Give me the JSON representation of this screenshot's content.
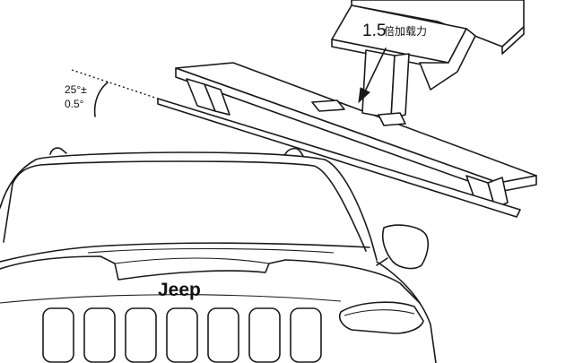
{
  "labels": {
    "angle_line1": "25°±",
    "angle_line2": "0.5°",
    "load_value": "1.5",
    "load_unit": "倍加载力",
    "brand": "Jeep"
  },
  "colors": {
    "line": "#1a1a1a",
    "background": "#ffffff"
  },
  "icons": {
    "load_direction": "arrow-down-left-icon"
  }
}
